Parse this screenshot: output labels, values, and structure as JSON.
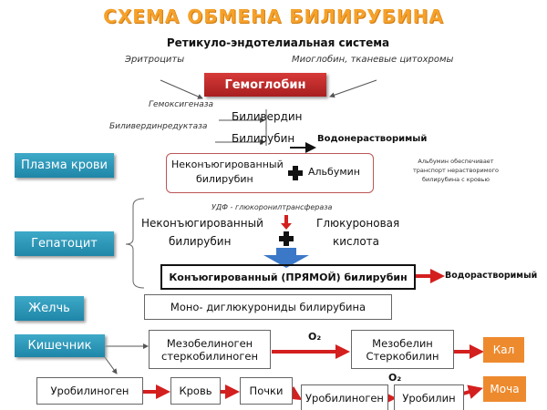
{
  "title": "СХЕМА ОБМЕНА БИЛИРУБИНА",
  "subtitle": "Ретикуло-эндотелиальная система",
  "sources": {
    "left": "Эритроциты",
    "right": "Миоглобин, тканевые цитохромы"
  },
  "hemoglobin": "Гемоглобин",
  "enzymes": {
    "heme_oxygenase": "Гемоксигеназа",
    "biliverdin_reductase": "Биливердинредуктаза",
    "udp": "УДФ - глюкоронилтрансфераза"
  },
  "biliverdin": "Биливердин",
  "bilirubin": "Билирубин",
  "insoluble": "Водонерастворимый",
  "stages": {
    "plasma": "Плазма крови",
    "hepatocyte": "Гепатоцит",
    "bile": "Желчь",
    "intestine": "Кишечник"
  },
  "plasma": {
    "line1": "Неконъюгированный",
    "line2": "билирубин",
    "albumin": "Альбумин",
    "note": [
      "Альбумин обеспечивает",
      "транспорт нерастворимого",
      "билирубина с кровью"
    ]
  },
  "hepatocyte": {
    "left1": "Неконъюгированный",
    "left2": "билирубин",
    "right1": "Глюкуроновая",
    "right2": "кислота",
    "result": "Конъюгированный (ПРЯМОЙ) билирубин",
    "soluble": "Водорастворимый"
  },
  "bile_box": "Моно- диглюкурониды билирубина",
  "intestine": {
    "meso1": "Мезобелиноген",
    "meso2": "стеркобилиноген",
    "o2": "O₂",
    "mesob1": "Мезобелин",
    "mesob2": "Стеркобилин",
    "feces": "Кал",
    "urobilinogen": "Уробилиноген",
    "blood": "Кровь",
    "kidneys": "Почки",
    "urobilinogen2": "Уробилиноген",
    "o2b": "O₂",
    "urobilin": "Уробилин",
    "urine": "Моча"
  },
  "colors": {
    "title": "#f5a12a",
    "stage": "#2596b8",
    "hemoglobin": "#c0282a",
    "arrow": "#d41f1f",
    "orange": "#ee8a2e",
    "blue_arrow": "#3b78c8"
  }
}
